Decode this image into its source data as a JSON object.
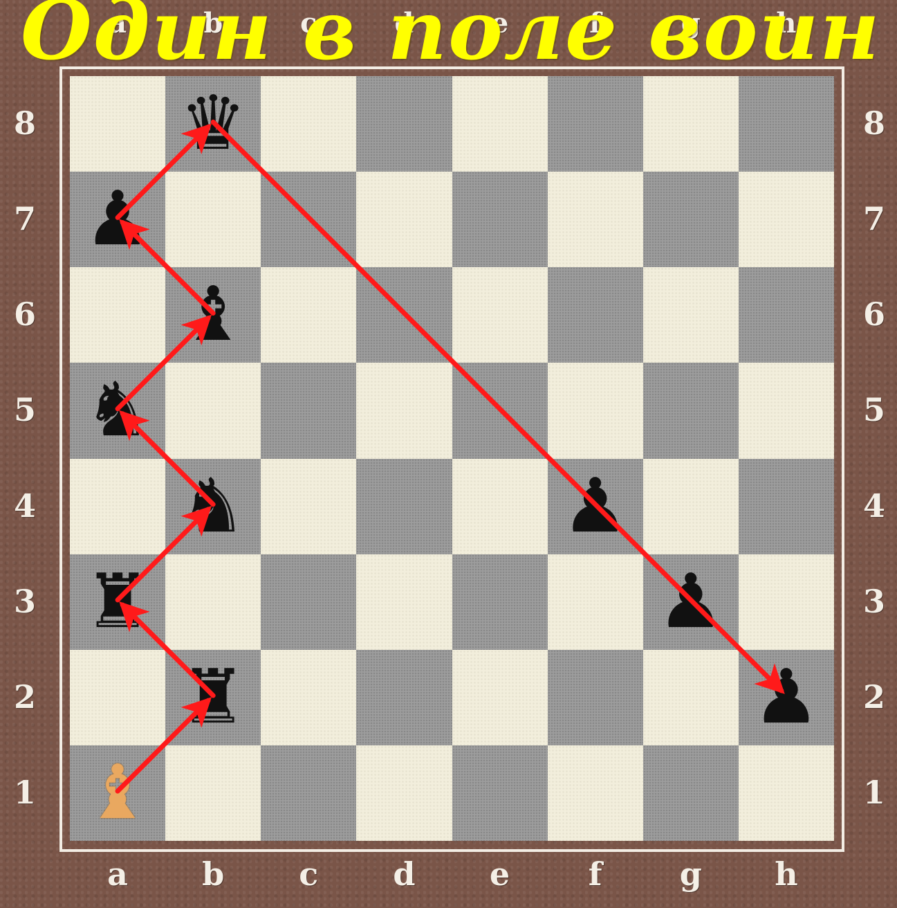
{
  "title": "Один в поле воин",
  "board": {
    "files": [
      "a",
      "b",
      "c",
      "d",
      "e",
      "f",
      "g",
      "h"
    ],
    "ranks": [
      "8",
      "7",
      "6",
      "5",
      "4",
      "3",
      "2",
      "1"
    ],
    "colors": {
      "light": "#f2eedc",
      "dark": "#9d9d9d",
      "frame": "#7a5548",
      "arrow": "#ff1a1a"
    }
  },
  "pieces": [
    {
      "square": "b8",
      "type": "queen",
      "color": "black",
      "glyph": "♛",
      "icon": "black-queen-icon"
    },
    {
      "square": "a7",
      "type": "pawn",
      "color": "black",
      "glyph": "♟",
      "icon": "black-pawn-icon"
    },
    {
      "square": "b6",
      "type": "bishop",
      "color": "black",
      "glyph": "♝",
      "icon": "black-bishop-icon"
    },
    {
      "square": "a5",
      "type": "knight",
      "color": "black",
      "glyph": "♞",
      "icon": "black-knight-icon"
    },
    {
      "square": "b4",
      "type": "knight",
      "color": "black",
      "glyph": "♞",
      "icon": "black-knight-icon"
    },
    {
      "square": "f4",
      "type": "pawn",
      "color": "black",
      "glyph": "♟",
      "icon": "black-pawn-icon"
    },
    {
      "square": "a3",
      "type": "rook",
      "color": "black",
      "glyph": "♜",
      "icon": "black-rook-icon"
    },
    {
      "square": "g3",
      "type": "pawn",
      "color": "black",
      "glyph": "♟",
      "icon": "black-pawn-icon"
    },
    {
      "square": "b2",
      "type": "rook",
      "color": "black",
      "glyph": "♜",
      "icon": "black-rook-icon"
    },
    {
      "square": "h2",
      "type": "pawn",
      "color": "black",
      "glyph": "♟",
      "icon": "black-pawn-icon"
    },
    {
      "square": "a1",
      "type": "bishop",
      "color": "white",
      "glyph": "♝",
      "icon": "white-bishop-icon"
    }
  ],
  "path": [
    "a1",
    "b2",
    "a3",
    "b4",
    "a5",
    "b6",
    "a7",
    "b8",
    "h2"
  ]
}
